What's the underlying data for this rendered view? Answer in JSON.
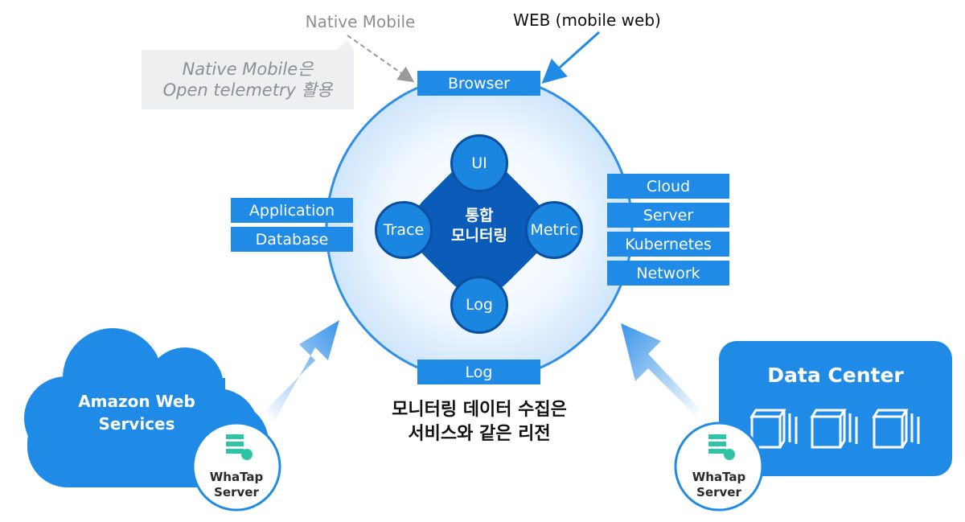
{
  "header": {
    "native_mobile": "Native Mobile",
    "web": "WEB (mobile web)"
  },
  "callout": {
    "line1": "Native Mobile은",
    "line2": "Open telemetry 활용"
  },
  "top_bar": "Browser",
  "bottom_bar": "Log",
  "left_bars": [
    "Application",
    "Database"
  ],
  "right_bars": [
    "Cloud",
    "Server",
    "Kubernetes",
    "Network"
  ],
  "core": {
    "line1": "통합",
    "line2": "모니터링",
    "nodes": {
      "top": "UI",
      "left": "Trace",
      "right": "Metric",
      "bottom": "Log"
    }
  },
  "caption": {
    "line1": "모니터링 데이터 수집은",
    "line2": "서비스와 같은 리전"
  },
  "aws": {
    "line1": "Amazon Web",
    "line2": "Services"
  },
  "datacenter": {
    "title": "Data Center"
  },
  "badge": {
    "line1": "WhaTap",
    "line2": "Server"
  },
  "colors": {
    "accent": "#1f8be6",
    "dark_core": "#0b5cb8",
    "node": "#1a86e0",
    "callout_bg": "#eeeff1",
    "badge_icon": "#2ec4a5"
  }
}
